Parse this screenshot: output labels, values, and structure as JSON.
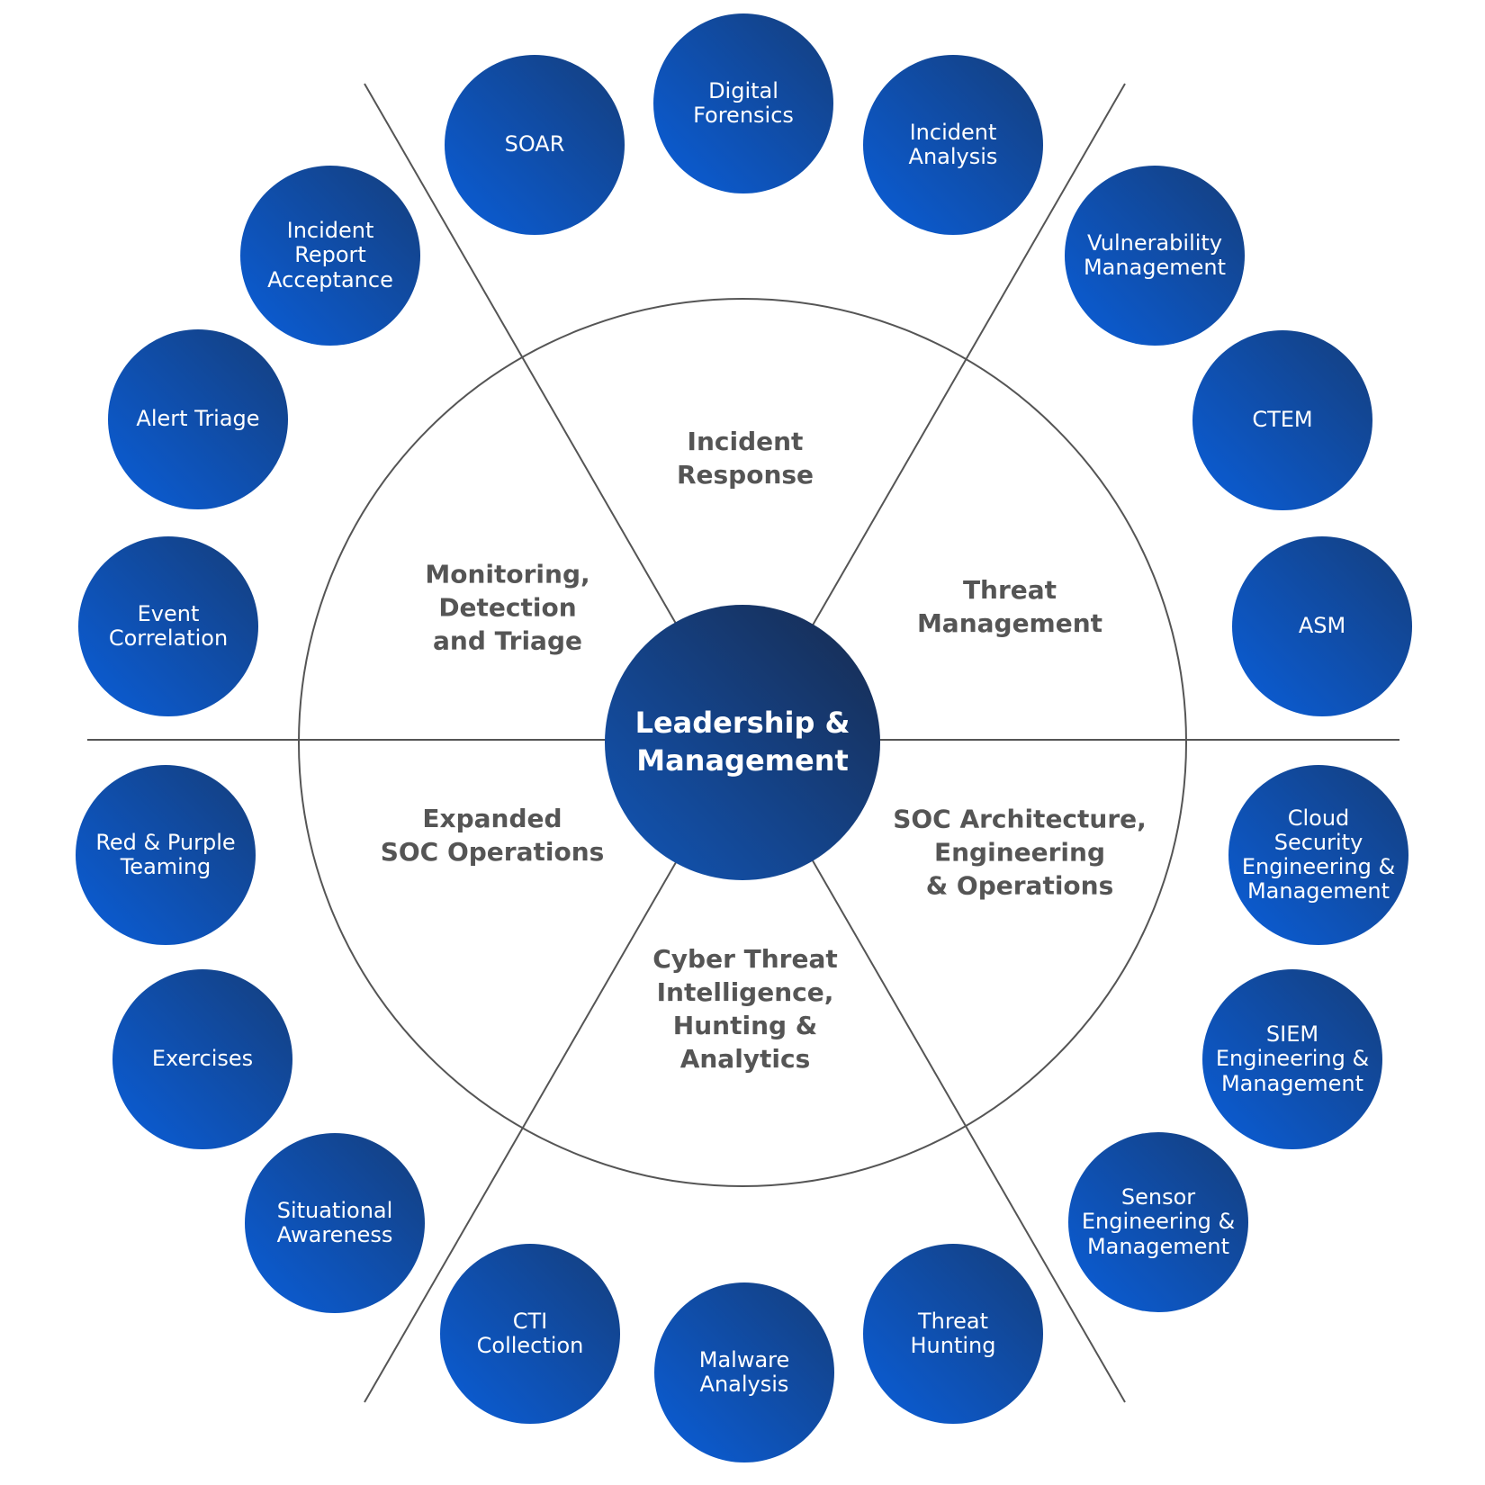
{
  "colors": {
    "bubble_start": "#0A5ED9",
    "bubble_end": "#153E7C",
    "hub_start": "#1156B8",
    "hub_end": "#182B4E",
    "line": "#555555",
    "sector_text": "#555555"
  },
  "center": {
    "label": "Leadership &\nManagement"
  },
  "sectors": {
    "incident_response": "Incident\nResponse",
    "threat_management": "Threat\nManagement",
    "soc_architecture": "SOC Architecture,\nEngineering\n& Operations",
    "cyber_threat_intelligence": "Cyber Threat\nIntelligence,\nHunting &\nAnalytics",
    "expanded_soc_operations": "Expanded\nSOC Operations",
    "monitoring_detection": "Monitoring,\nDetection\nand Triage"
  },
  "capabilities": {
    "soar": "SOAR",
    "digital_forensics": "Digital\nForensics",
    "incident_analysis": "Incident\nAnalysis",
    "vulnerability_management": "Vulnerability\nManagement",
    "ctem": "CTEM",
    "asm": "ASM",
    "cloud_security": "Cloud\nSecurity\nEngineering &\nManagement",
    "siem_engineering": "SIEM\nEngineering &\nManagement",
    "sensor_engineering": "Sensor\nEngineering &\nManagement",
    "threat_hunting": "Threat\nHunting",
    "malware_analysis": "Malware\nAnalysis",
    "cti_collection": "CTI\nCollection",
    "situational_awareness": "Situational\nAwareness",
    "exercises": "Exercises",
    "red_purple_teaming": "Red & Purple\nTeaming",
    "event_correlation": "Event\nCorrelation",
    "alert_triage": "Alert Triage",
    "incident_report_acceptance": "Incident\nReport\nAcceptance"
  }
}
